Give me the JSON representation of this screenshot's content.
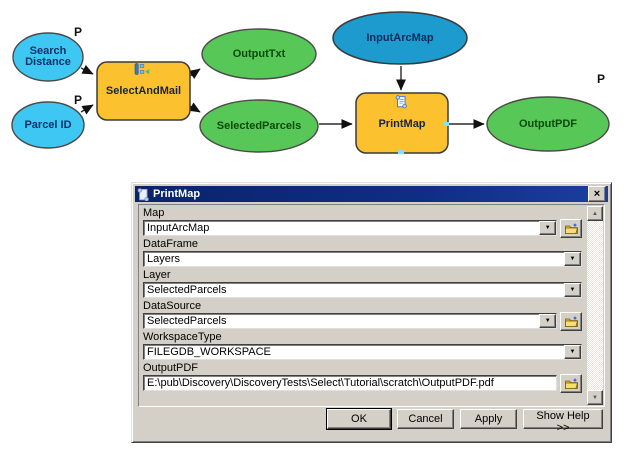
{
  "model": {
    "param_marker": "P",
    "nodes": [
      {
        "id": "search-distance",
        "label": "Search Distance",
        "type": "input-variable",
        "param": "P"
      },
      {
        "id": "parcel-id",
        "label": "Parcel ID",
        "type": "input-variable",
        "param": "P"
      },
      {
        "id": "select-and-mail",
        "label": "SelectAndMail",
        "type": "tool"
      },
      {
        "id": "output-txt",
        "label": "OutputTxt",
        "type": "output-data"
      },
      {
        "id": "selected-parcels",
        "label": "SelectedParcels",
        "type": "output-data"
      },
      {
        "id": "input-arc-map",
        "label": "InputArcMap",
        "type": "project-data"
      },
      {
        "id": "print-map",
        "label": "PrintMap",
        "type": "tool"
      },
      {
        "id": "output-pdf",
        "label": "OutputPDF",
        "type": "output-data",
        "param": "P"
      }
    ],
    "edges": [
      {
        "from": "search-distance",
        "to": "select-and-mail"
      },
      {
        "from": "parcel-id",
        "to": "select-and-mail"
      },
      {
        "from": "select-and-mail",
        "to": "output-txt"
      },
      {
        "from": "select-and-mail",
        "to": "selected-parcels"
      },
      {
        "from": "input-arc-map",
        "to": "print-map"
      },
      {
        "from": "selected-parcels",
        "to": "print-map"
      },
      {
        "from": "print-map",
        "to": "output-pdf"
      }
    ],
    "colors": {
      "input_variable_fill": "#3EC7F2",
      "project_data_fill": "#1D9BCE",
      "output_fill": "#57C757",
      "tool_fill": "#FCC12F",
      "node_stroke": "#4A4A4A",
      "blue_text": "#0B3168",
      "green_text": "#0B4A0B",
      "tool_text": "#16243E"
    }
  },
  "dialog": {
    "title": "PrintMap",
    "fields": [
      {
        "label": "Map",
        "value": "InputArcMap",
        "control": "combo",
        "browse": true
      },
      {
        "label": "DataFrame",
        "value": "Layers",
        "control": "combo",
        "browse": false
      },
      {
        "label": "Layer",
        "value": "SelectedParcels",
        "control": "combo",
        "browse": false
      },
      {
        "label": "DataSource",
        "value": "SelectedParcels",
        "control": "combo",
        "browse": true
      },
      {
        "label": "WorkspaceType",
        "value": "FILEGDB_WORKSPACE",
        "control": "combo",
        "browse": false
      },
      {
        "label": "OutputPDF",
        "value": "E:\\pub\\Discovery\\DiscoveryTests\\Select\\Tutorial\\scratch\\OutputPDF.pdf",
        "control": "text",
        "browse": true
      }
    ],
    "buttons": {
      "ok": "OK",
      "cancel": "Cancel",
      "apply": "Apply",
      "show_help": "Show Help >>"
    },
    "title_bar_color": "#0A246A",
    "body_color": "#D4D0C8"
  },
  "icons": {
    "dropdown_glyph": "▼",
    "scroll_up_glyph": "▲",
    "scroll_down_glyph": "▼",
    "close_glyph": "×"
  }
}
